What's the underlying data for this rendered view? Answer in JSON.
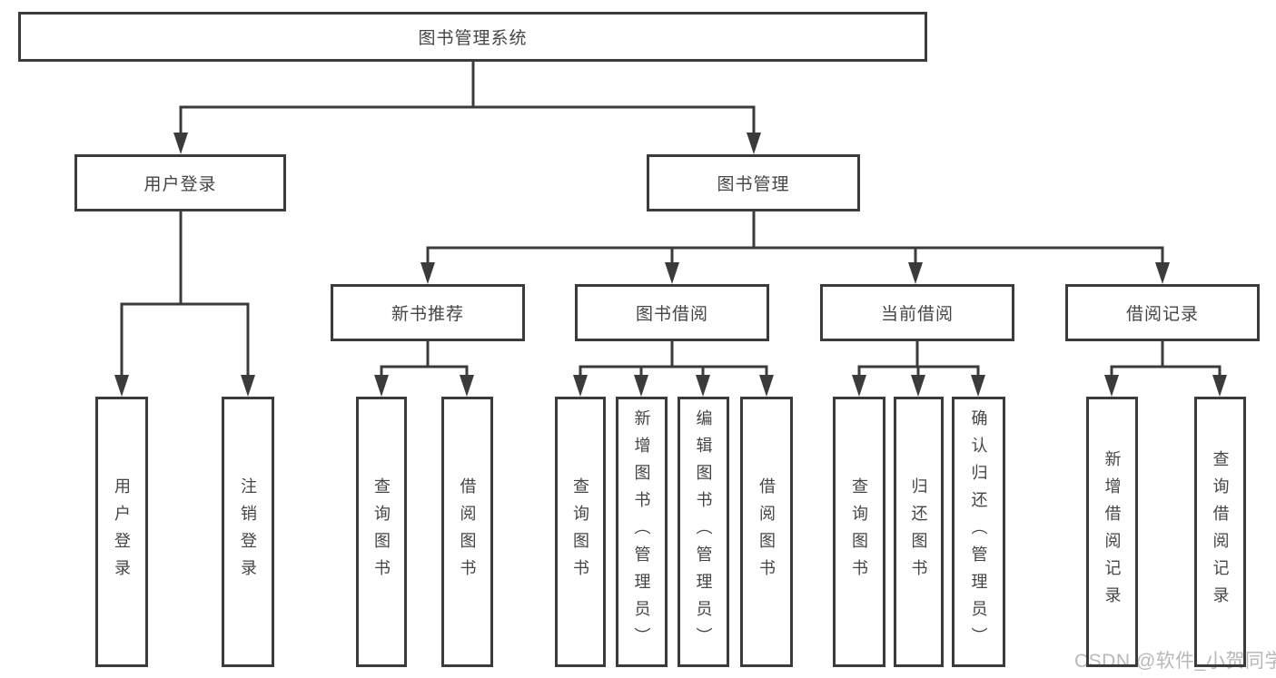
{
  "tree": {
    "root": {
      "label": "图书管理系统",
      "children": [
        {
          "label": "用户登录",
          "children": [
            {
              "label": "用户登录"
            },
            {
              "label": "注销登录"
            }
          ]
        },
        {
          "label": "图书管理",
          "children": [
            {
              "label": "新书推荐",
              "children": [
                {
                  "label": "查询图书"
                },
                {
                  "label": "借阅图书"
                }
              ]
            },
            {
              "label": "图书借阅",
              "children": [
                {
                  "label": "查询图书"
                },
                {
                  "label": "新增图书（管理员）"
                },
                {
                  "label": "编辑图书（管理员）"
                },
                {
                  "label": "借阅图书"
                }
              ]
            },
            {
              "label": "当前借阅",
              "children": [
                {
                  "label": "查询图书"
                },
                {
                  "label": "归还图书"
                },
                {
                  "label": "确认归还（管理员）"
                }
              ]
            },
            {
              "label": "借阅记录",
              "children": [
                {
                  "label": "新增借阅记录"
                },
                {
                  "label": "查询借阅记录"
                }
              ]
            }
          ]
        }
      ]
    }
  },
  "watermark": {
    "text": "CSDN @软件_小贺同学",
    "color": "#b8b8b8"
  },
  "colors": {
    "line": "#3b3b3b",
    "box_border": "#3b3b3b",
    "box_background": "#ffffff",
    "text": "#454545",
    "page_background": "#ffffff"
  }
}
